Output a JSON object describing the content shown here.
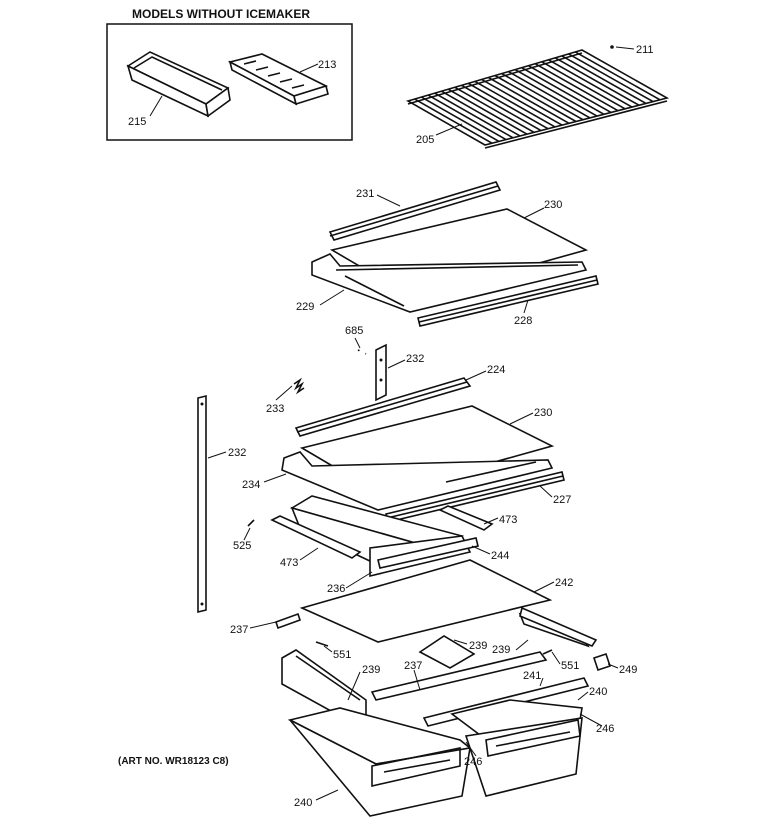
{
  "inset": {
    "title": "MODELS WITHOUT ICEMAKER"
  },
  "art_number": "(ART NO. WR18123 C8)",
  "labels": {
    "p211": "211",
    "p213": "213",
    "p215": "215",
    "p205": "205",
    "p231": "231",
    "p230a": "230",
    "p229": "229",
    "p228": "228",
    "p685": "685",
    "p232a": "232",
    "p224": "224",
    "p233": "233",
    "p230b": "230",
    "p232b": "232",
    "p234": "234",
    "p227": "227",
    "p473a": "473",
    "p525": "525",
    "p473b": "473",
    "p244": "244",
    "p236": "236",
    "p242": "242",
    "p237a": "237",
    "p239a": "239",
    "p551a": "551",
    "p239b": "239",
    "p239c": "239",
    "p551b": "551",
    "p249": "249",
    "p237b": "237",
    "p241": "241",
    "p240a": "240",
    "p246a": "246",
    "p246b": "246",
    "p240b": "240"
  }
}
